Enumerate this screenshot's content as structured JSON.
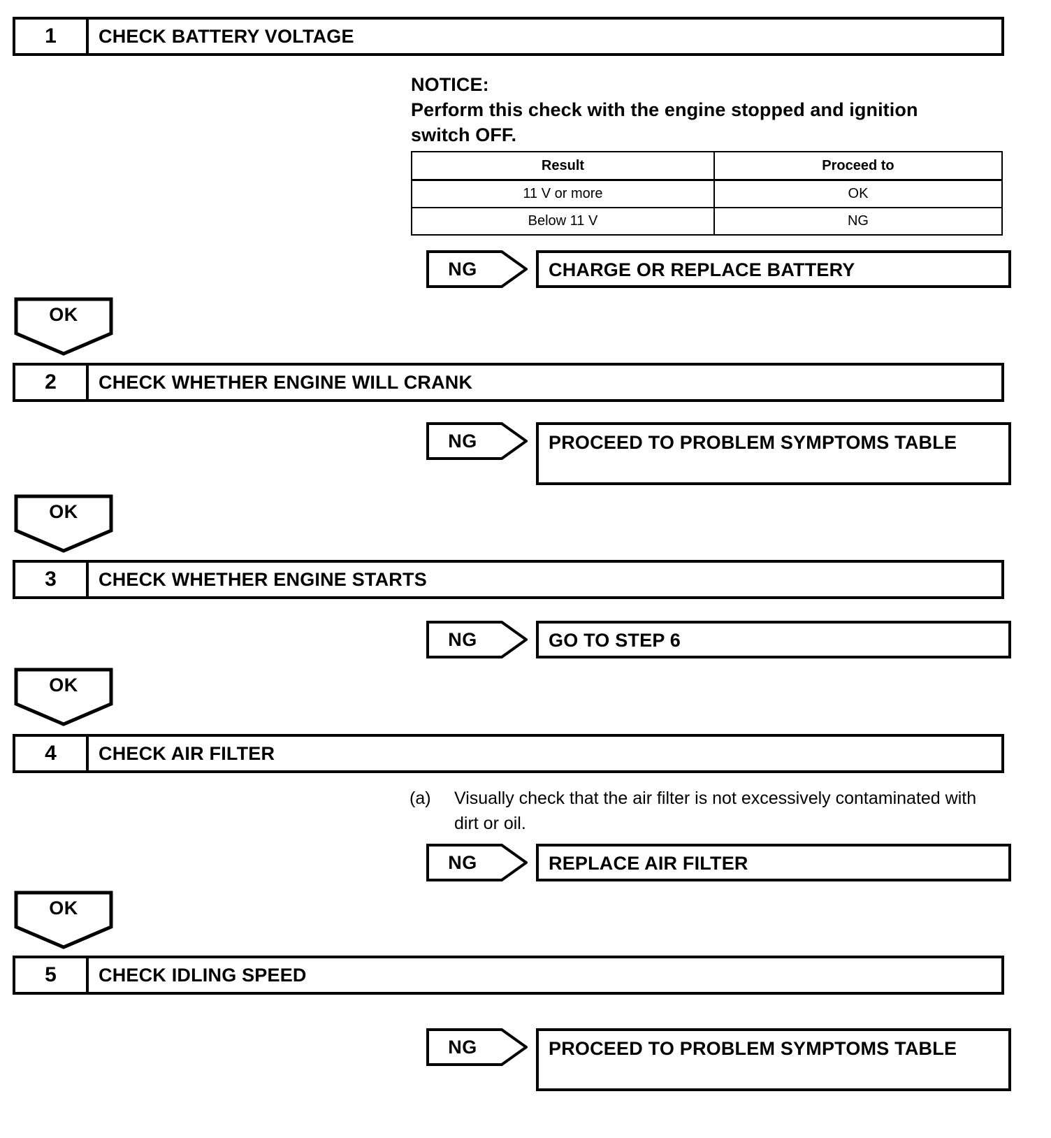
{
  "document": {
    "type": "troubleshooting-flowchart",
    "title": "Engine Starting / Idling Troubleshooting Procedure"
  },
  "labels": {
    "ok": "OK",
    "ng": "NG"
  },
  "steps": [
    {
      "number": "1",
      "title": "CHECK BATTERY VOLTAGE",
      "notice_heading": "NOTICE:",
      "notice_text": "Perform this check with the engine stopped and ignition switch OFF.",
      "table": {
        "headers": [
          "Result",
          "Proceed to"
        ],
        "rows": [
          [
            "11 V or more",
            "OK"
          ],
          [
            "Below 11 V",
            "NG"
          ]
        ]
      },
      "ng_action": "CHARGE OR REPLACE BATTERY",
      "ok_label": "OK",
      "ng_label": "NG"
    },
    {
      "number": "2",
      "title": "CHECK WHETHER ENGINE WILL CRANK",
      "ng_action": "PROCEED TO PROBLEM SYMPTOMS TABLE",
      "ok_label": "OK",
      "ng_label": "NG"
    },
    {
      "number": "3",
      "title": "CHECK WHETHER ENGINE STARTS",
      "ng_action": "GO TO STEP 6",
      "ok_label": "OK",
      "ng_label": "NG"
    },
    {
      "number": "4",
      "title": "CHECK AIR FILTER",
      "procedure_marker": "(a)",
      "procedure_text": "Visually check that the air filter is not excessively contaminated with dirt or oil.",
      "ng_action": "REPLACE AIR FILTER",
      "ok_label": "OK",
      "ng_label": "NG"
    },
    {
      "number": "5",
      "title": "CHECK IDLING SPEED",
      "ng_action": "PROCEED TO PROBLEM SYMPTOMS TABLE",
      "ng_label": "NG"
    }
  ],
  "colors": {
    "ink": "#000000",
    "paper": "#ffffff"
  }
}
